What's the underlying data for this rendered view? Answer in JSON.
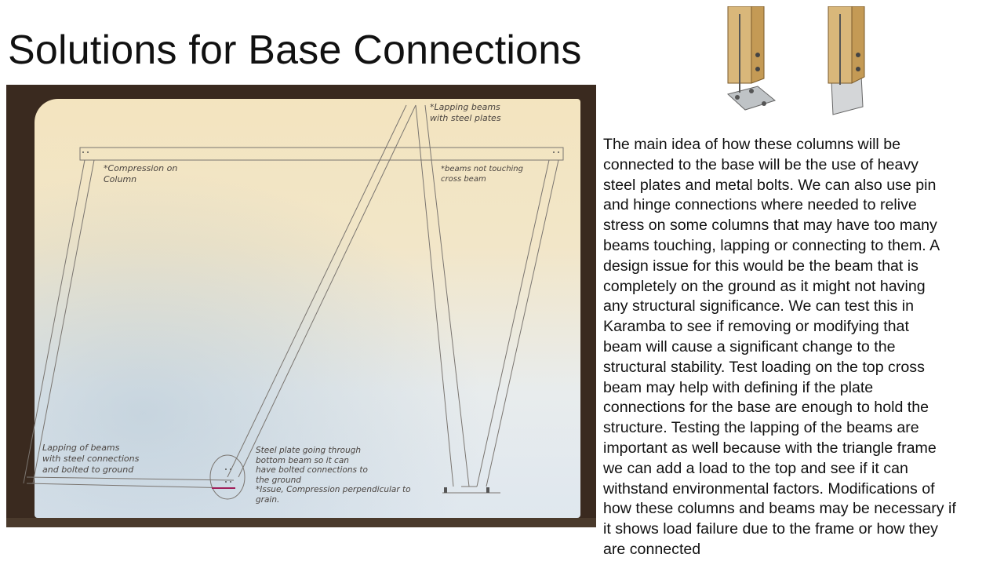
{
  "slide": {
    "title": "Solutions for Base Connections",
    "photo": {
      "annotations": {
        "compression": [
          "*Compression on",
          "Column"
        ],
        "lapping_top": [
          "*Lapping beams",
          "with steel plates"
        ],
        "not_touching": [
          "*beams not touching",
          "cross beam"
        ],
        "lapping_bottom": [
          "Lapping of beams",
          "with steel connections",
          "and bolted to ground"
        ],
        "steel_plate": [
          "Steel plate going through",
          "bottom beam so it can",
          "have bolted connections to",
          "the ground",
          "*Issue, Compression perpendicular to",
          "grain."
        ]
      }
    },
    "body_lines": [
      "The main idea of how these columns will be",
      "connected to the base will be the use of heavy",
      "steel plates and metal bolts. We can also use pin",
      "and hinge connections where needed to relive",
      "stress on some columns that may have too many",
      "beams touching, lapping or connecting to them.  A",
      "design issue for this would be the beam that is",
      "completely on the ground as it might not having",
      "any structural significance. We can test this in",
      "Karamba to see if removing or modifying that",
      "beam will cause a significant change to the",
      "structural stability. Test loading on the top cross",
      "beam may help with defining if the plate",
      "connections for the base are enough to hold the",
      "structure. Testing the lapping of the beams are",
      "important as well because with the triangle frame",
      "we can add a load to the top and see if it can",
      "withstand environmental factors. Modifications of",
      "how these columns and beams may be necessary if",
      "it shows load failure due to the frame or how they",
      "are connected"
    ]
  }
}
